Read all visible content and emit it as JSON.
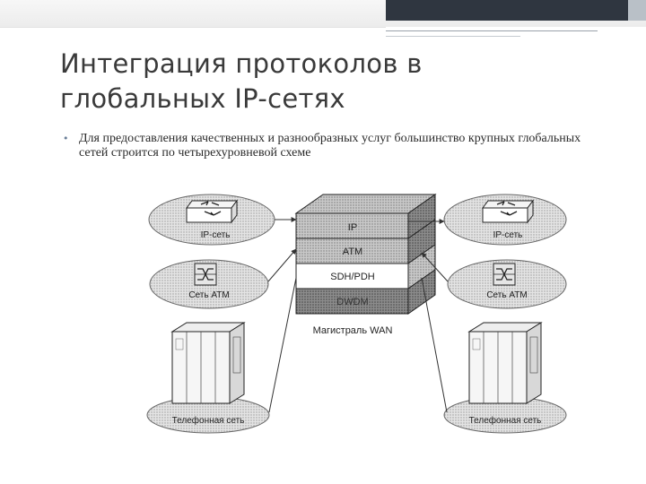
{
  "slide": {
    "title": "Интеграция протоколов в глобальных IP-сетях",
    "bullet": "Для предоставления качественных и разнообразных услуг большинство крупных глобальных сетей строится по четырехуровневой схеме"
  },
  "diagram": {
    "left": {
      "ip_label": "IP-сеть",
      "atm_label": "Сеть АТМ",
      "phone_label": "Телефонная сеть"
    },
    "right": {
      "ip_label": "IP-сеть",
      "atm_label": "Сеть АТМ",
      "phone_label": "Телефонная сеть"
    },
    "stack": {
      "layer_ip": "IP",
      "layer_atm": "ATM",
      "layer_sdh": "SDH/PDH",
      "layer_dwdm": "DWDM",
      "backbone_label": "Магистраль WAN"
    }
  }
}
